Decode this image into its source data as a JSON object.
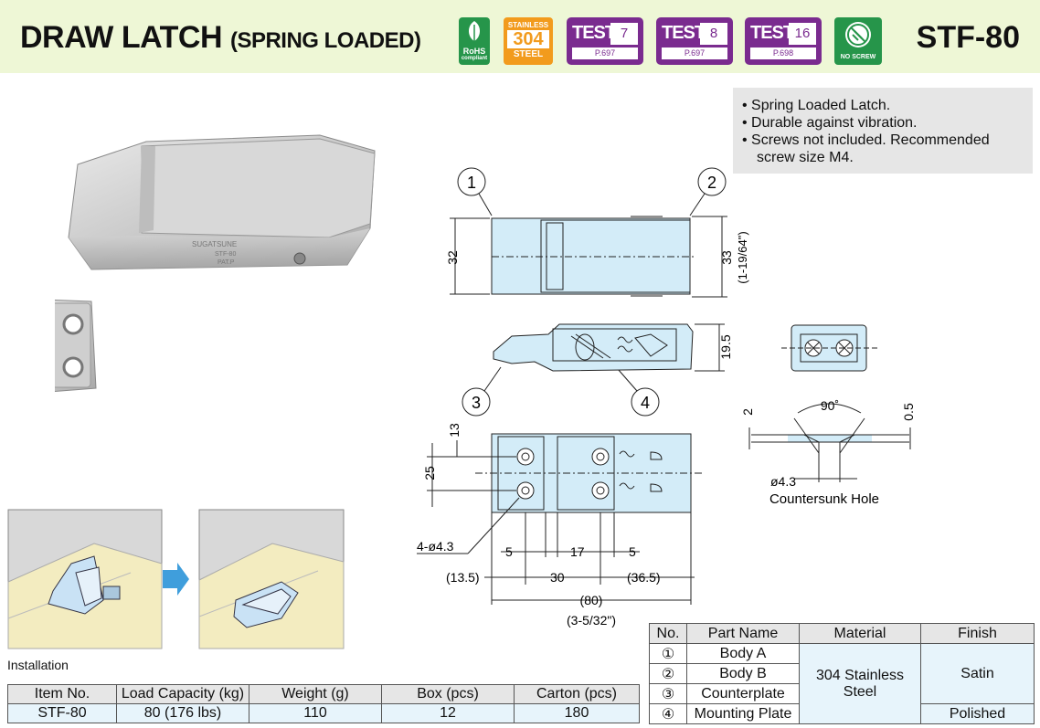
{
  "header": {
    "title": "DRAW LATCH",
    "subtitle": "(SPRING LOADED)",
    "model": "STF-80",
    "badges": {
      "rohs": "RoHS",
      "rohs_sub": "compliant",
      "steel_top": "STAINLESS",
      "steel_mid": "304",
      "steel_bot": "STEEL",
      "tests": [
        {
          "label": "TEST",
          "num": "7",
          "page": "P.697"
        },
        {
          "label": "TEST",
          "num": "8",
          "page": "P.697"
        },
        {
          "label": "TEST",
          "num": "16",
          "page": "P.698"
        }
      ],
      "no_screw": "NO SCREW"
    }
  },
  "features": [
    "• Spring Loaded Latch.",
    "• Durable against vibration.",
    "• Screws not included. Recommended",
    "screw size M4."
  ],
  "product_stamp": [
    "SUGATSUNE",
    "STF-80",
    "PAT.P"
  ],
  "drawing": {
    "callouts": [
      "1",
      "2",
      "3",
      "4"
    ],
    "dims": {
      "d32": "32",
      "d33": "33",
      "d33_in": "(1-19/64\")",
      "d19_5": "19.5",
      "d13": "13",
      "d25": "25",
      "hole": "4-ø4.3",
      "d5a": "5",
      "d17": "17",
      "d5b": "5",
      "d13_5": "(13.5)",
      "d30": "30",
      "d36_5": "(36.5)",
      "d80": "(80)",
      "d80_in": "(3-5/32\")",
      "d2": "2",
      "d0_5": "0.5",
      "angle": "90˚",
      "cs_dia": "ø4.3",
      "cs_label": "Countersunk Hole"
    }
  },
  "installation_label": "Installation",
  "colors": {
    "header_bg": "#eef7d6",
    "drawing_fill": "#d3ecf8",
    "table_header": "#e6e6e6",
    "table_cell": "#e7f4fb",
    "test_badge": "#7a2b8f",
    "rohs_badge": "#26954a",
    "steel_badge": "#f29b1d"
  },
  "spec_table": {
    "headers": [
      "Item No.",
      "Load Capacity (kg)",
      "Weight (g)",
      "Box (pcs)",
      "Carton (pcs)"
    ],
    "rows": [
      [
        "STF-80",
        "80 (176 lbs)",
        "110",
        "12",
        "180"
      ]
    ]
  },
  "parts_table": {
    "headers": [
      "No.",
      "Part Name",
      "Material",
      "Finish"
    ],
    "nums": [
      "①",
      "②",
      "③",
      "④"
    ],
    "names": [
      "Body A",
      "Body B",
      "Counterplate",
      "Mounting Plate"
    ],
    "material_1": "304 Stainless",
    "material_2": "Steel",
    "finish_satin": "Satin",
    "finish_polished": "Polished"
  }
}
